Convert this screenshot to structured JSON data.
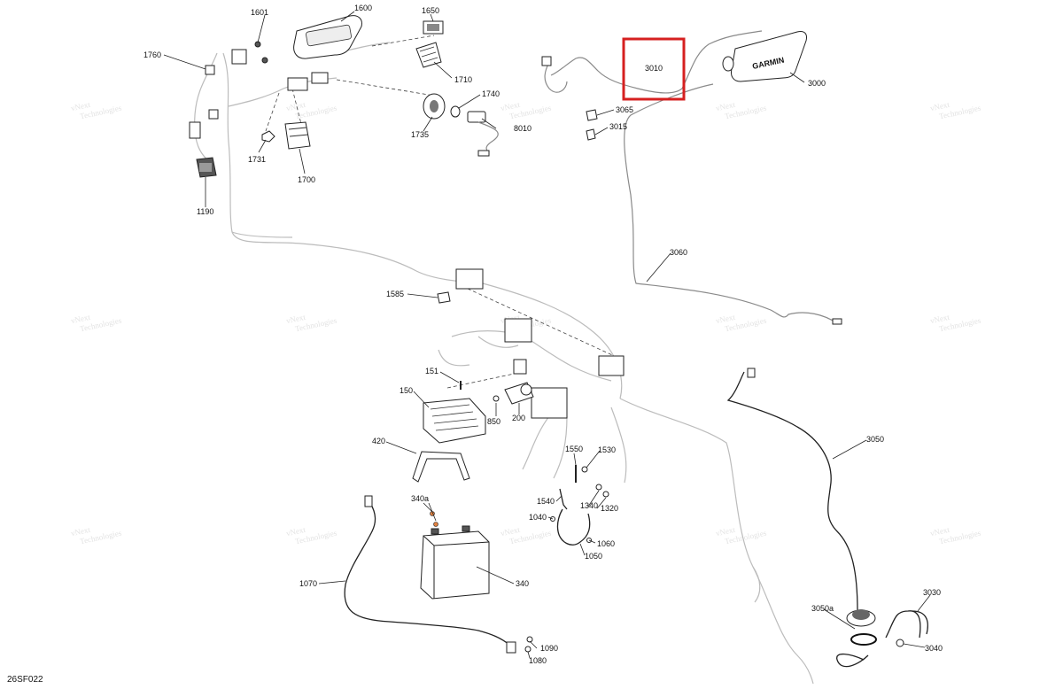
{
  "diagram_code": "26SF022",
  "highlight": {
    "part": "3010",
    "color": "#d62020"
  },
  "watermark_text": [
    "vNext",
    "Technologies"
  ],
  "brand_text": "GARMIN",
  "callouts": [
    {
      "id": "1600",
      "label": "1600"
    },
    {
      "id": "1601",
      "label": "1601"
    },
    {
      "id": "1650",
      "label": "1650"
    },
    {
      "id": "1760",
      "label": "1760"
    },
    {
      "id": "1710",
      "label": "1710"
    },
    {
      "id": "1740",
      "label": "1740"
    },
    {
      "id": "1735",
      "label": "1735"
    },
    {
      "id": "8010",
      "label": "8010"
    },
    {
      "id": "1731",
      "label": "1731"
    },
    {
      "id": "1700",
      "label": "1700"
    },
    {
      "id": "1190",
      "label": "1190"
    },
    {
      "id": "3010",
      "label": "3010"
    },
    {
      "id": "3000",
      "label": "3000"
    },
    {
      "id": "3065",
      "label": "3065"
    },
    {
      "id": "3015",
      "label": "3015"
    },
    {
      "id": "3060",
      "label": "3060"
    },
    {
      "id": "1585",
      "label": "1585"
    },
    {
      "id": "151",
      "label": "151"
    },
    {
      "id": "150",
      "label": "150"
    },
    {
      "id": "850",
      "label": "850"
    },
    {
      "id": "200",
      "label": "200"
    },
    {
      "id": "420",
      "label": "420"
    },
    {
      "id": "1550",
      "label": "1550"
    },
    {
      "id": "1530",
      "label": "1530"
    },
    {
      "id": "3050",
      "label": "3050"
    },
    {
      "id": "340a",
      "label": "340a"
    },
    {
      "id": "1540",
      "label": "1540"
    },
    {
      "id": "1340",
      "label": "1340"
    },
    {
      "id": "1320",
      "label": "1320"
    },
    {
      "id": "1040",
      "label": "1040"
    },
    {
      "id": "1060",
      "label": "1060"
    },
    {
      "id": "1050",
      "label": "1050"
    },
    {
      "id": "340",
      "label": "340"
    },
    {
      "id": "1070",
      "label": "1070"
    },
    {
      "id": "1090",
      "label": "1090"
    },
    {
      "id": "1080",
      "label": "1080"
    },
    {
      "id": "3030",
      "label": "3030"
    },
    {
      "id": "3050a",
      "label": "3050a"
    },
    {
      "id": "3040",
      "label": "3040"
    }
  ]
}
